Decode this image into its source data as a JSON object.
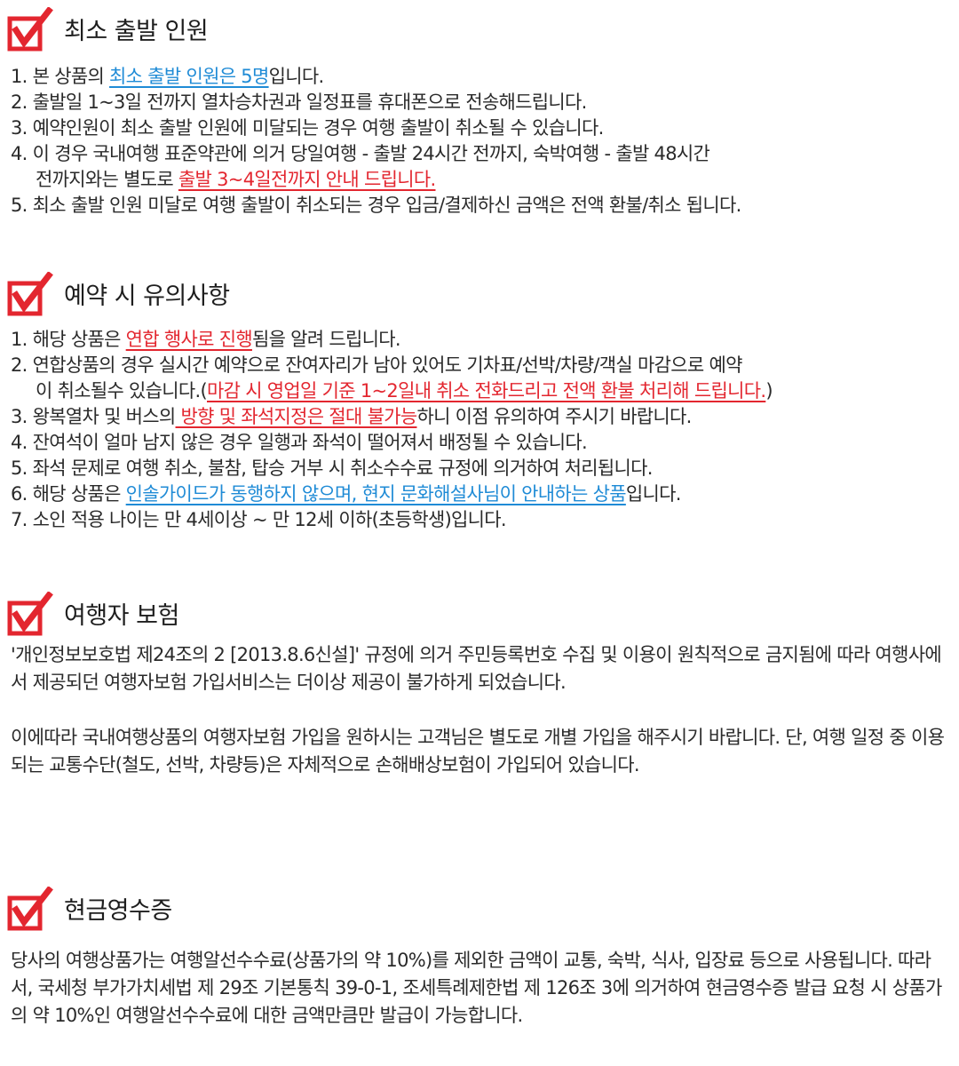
{
  "sections": [
    {
      "title": "최소 출발 인원",
      "items": [
        {
          "parts": [
            {
              "t": "1. 본 상품의 "
            },
            {
              "t": "최소 출발 인원은 5명",
              "c": "blue"
            },
            {
              "t": "입니다."
            }
          ]
        },
        {
          "parts": [
            {
              "t": "2. 출발일 1~3일 전까지 열차승차권과 일정표를 휴대폰으로 전송해드립니다."
            }
          ]
        },
        {
          "parts": [
            {
              "t": "3. 예약인원이 최소 출발 인원에 미달되는 경우 여행 출발이 취소될 수 있습니다."
            }
          ]
        },
        {
          "parts": [
            {
              "t": "4. 이 경우 국내여행 표준약관에 의거 당일여행 - 출발 24시간 전까지, 숙박여행 - 출발 48시간"
            }
          ],
          "cont": [
            {
              "t": "전까지와는 별도로 "
            },
            {
              "t": "출발 3~4일전까지 안내 드립니다.",
              "c": "red"
            }
          ]
        },
        {
          "parts": [
            {
              "t": "5. 최소 출발 인원 미달로 여행 출발이 취소되는 경우 입금/결제하신 금액은 전액 환불/취소 됩니다."
            }
          ]
        }
      ]
    },
    {
      "title": "예약 시 유의사항",
      "items": [
        {
          "parts": [
            {
              "t": "1. 해당 상품은 "
            },
            {
              "t": "연합 행사로 진행",
              "c": "red"
            },
            {
              "t": "됨을 알려 드립니다."
            }
          ]
        },
        {
          "parts": [
            {
              "t": "2. 연합상품의 경우 실시간 예약으로 잔여자리가 남아 있어도 기차표/선박/차량/객실 마감으로 예약"
            }
          ],
          "cont": [
            {
              "t": "이 취소될수 있습니다.("
            },
            {
              "t": "마감 시 영업일 기준 1~2일내 취소 전화드리고 전액 환불 처리해 드립니다.",
              "c": "red"
            },
            {
              "t": ")"
            }
          ]
        },
        {
          "parts": [
            {
              "t": "3. 왕복열차 및 버스의"
            },
            {
              "t": " 방향 및 좌석지정은 절대 불가능",
              "c": "red"
            },
            {
              "t": "하니 이점 유의하여 주시기 바랍니다."
            }
          ]
        },
        {
          "parts": [
            {
              "t": "4. 잔여석이 얼마 남지 않은 경우 일행과 좌석이 떨어져서 배정될 수 있습니다."
            }
          ]
        },
        {
          "parts": [
            {
              "t": "5. 좌석 문제로 여행 취소, 불참, 탑승 거부 시 취소수수료 규정에 의거하여 처리됩니다."
            }
          ]
        },
        {
          "parts": [
            {
              "t": "6. 해당 상품은 "
            },
            {
              "t": "인솔가이드가 동행하지 않으며, 현지 문화해설사님이 안내하는 상품",
              "c": "blue"
            },
            {
              "t": "입니다."
            }
          ]
        },
        {
          "parts": [
            {
              "t": "7. 소인 적용 나이는 만 4세이상 ~ 만 12세 이하(초등학생)입니다."
            }
          ]
        }
      ]
    },
    {
      "title": "여행자 보험",
      "paragraphs": [
        "'개인정보보호법 제24조의 2 [2013.8.6신설]' 규정에 의거 주민등록번호 수집 및 이용이 원칙적으로 금지됨에 따라 여행사에서 제공되던 여행자보험 가입서비스는 더이상 제공이 불가하게 되었습니다.",
        "이에따라 국내여행상품의 여행자보험 가입을 원하시는 고객님은 별도로 개별 가입을 해주시기 바랍니다. 단, 여행 일정 중 이용되는 교통수단(철도, 선박, 차량등)은 자체적으로 손해배상보험이 가입되어 있습니다."
      ]
    },
    {
      "title": "현금영수증",
      "paragraphs": [
        "당사의 여행상품가는 여행알선수수료(상품가의 약 10%)를 제외한 금액이 교통, 숙박, 식사, 입장료 등으로 사용됩니다. 따라서, 국세청 부가가치세법 제 29조 기본통칙 39-0-1, 조세특례제한법 제 126조 3에 의거하여 현금영수증 발급 요청 시 상품가의 약 10%인 여행알선수수료에 대한 금액만큼만 발급이 가능합니다."
      ]
    }
  ],
  "colors": {
    "check_red": "#e3262f",
    "link_blue": "#1f8bd6",
    "highlight_red": "#e3262f"
  },
  "icons": {
    "section_marker": "red-checkbox-icon"
  }
}
